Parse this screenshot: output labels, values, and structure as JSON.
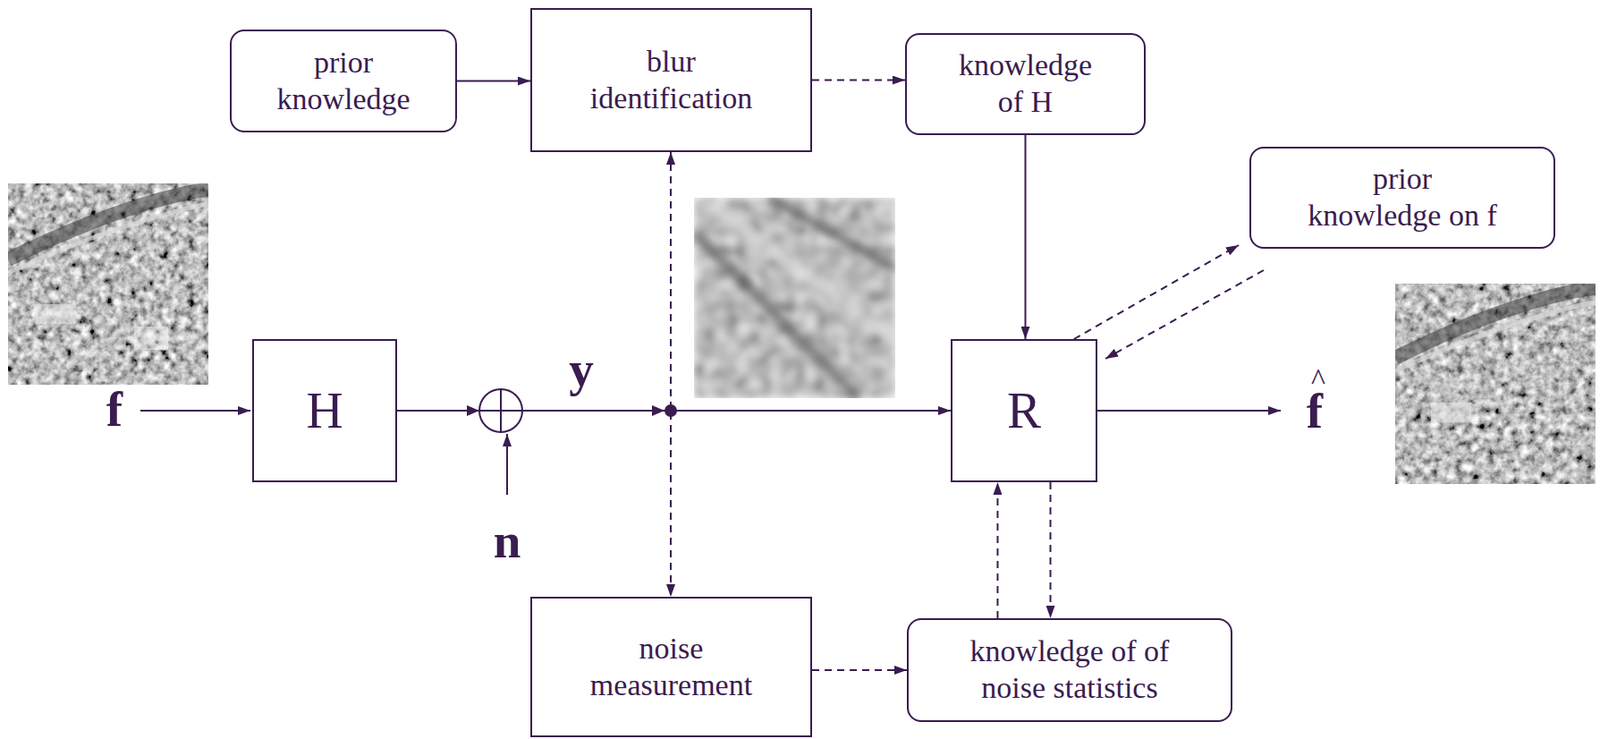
{
  "diagram": {
    "nodes": [
      {
        "text": [
          "prior knowledge"
        ]
      },
      {
        "text": [
          "blur identification"
        ]
      },
      {
        "text": [
          "knowledge of H"
        ]
      },
      {
        "text": [
          "prior knowledge on f"
        ]
      },
      {
        "text": [
          "H"
        ]
      },
      {
        "text": [
          "R"
        ]
      },
      {
        "text": [
          "noise measurement"
        ]
      },
      {
        "text": [
          "knowledge of of noise statistics"
        ]
      }
    ],
    "edges": [
      {
        "from": 0,
        "to": 1,
        "arrow": "to"
      },
      {
        "from": 1,
        "to": 2,
        "arrow": "to"
      },
      {
        "from": 2,
        "to": 5,
        "arrow": "to"
      },
      {
        "from": 5,
        "to": 3,
        "arrow": "to"
      },
      {
        "from": 3,
        "to": 5,
        "arrow": "to"
      },
      {
        "from": 4,
        "to": 5,
        "label": "y",
        "arrow": "to"
      },
      {
        "from": 4,
        "to": 1,
        "arrow": "to"
      },
      {
        "from": 4,
        "to": 6,
        "arrow": "to"
      },
      {
        "from": 5,
        "to": 7,
        "arrow": "to"
      },
      {
        "from": 7,
        "to": 5,
        "arrow": "to"
      },
      {
        "from": 6,
        "to": 7,
        "arrow": "to"
      }
    ],
    "labels": [
      "f",
      "n",
      "^",
      "f"
    ]
  }
}
